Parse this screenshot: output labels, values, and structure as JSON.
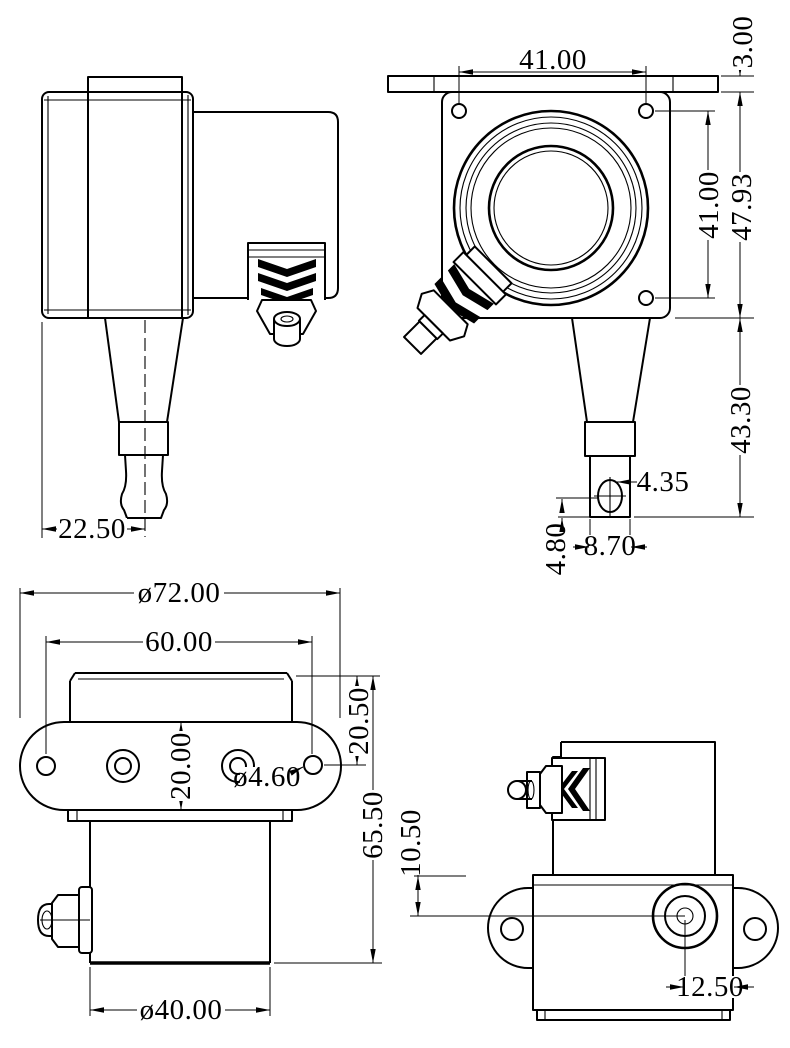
{
  "drawing": {
    "title": "draw-wire sensor dimension drawing",
    "line_color": "#000000",
    "background_color": "#ffffff",
    "views": {
      "side_view": "top-left",
      "front_view": "top-right",
      "top_view": "bottom-left",
      "bottom_view": "bottom-right"
    }
  },
  "dims": {
    "side_center_offset": "22.50",
    "front_hole_spacing_h": "41.00",
    "front_flange_thickness": "3.00",
    "front_hole_spacing_v": "41.00",
    "front_flange_to_base": "47.93",
    "front_guide_length": "43.30",
    "front_eyelet_hole": "4.35",
    "front_eyelet_offset": "4.80",
    "front_eyelet_width": "8.70",
    "top_plate_length": "ø72.00",
    "top_hole_spacing": "60.00",
    "top_body_to_hole": "20.50",
    "top_plate_width": "20.00",
    "top_small_hole_dia": "ø4.60",
    "top_overall_height": "65.50",
    "top_body_dia": "ø40.00",
    "bottom_exit_offset_v": "10.50",
    "bottom_exit_offset_h": "12.50"
  }
}
